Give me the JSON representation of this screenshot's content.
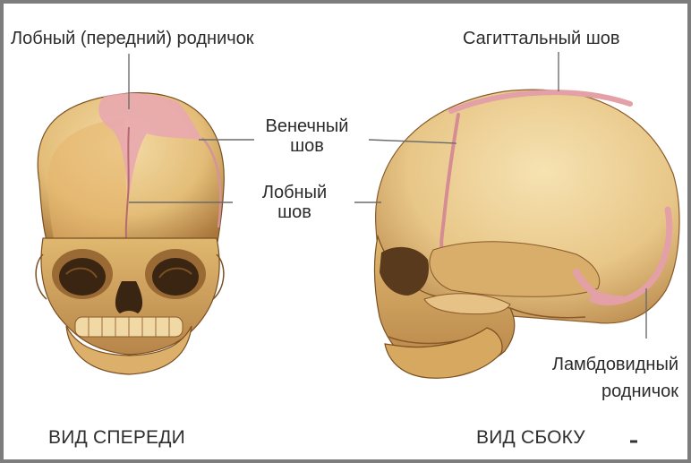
{
  "labels": {
    "frontal_fontanel": "Лобный (передний) родничок",
    "sagittal_suture": "Сагиттальный шов",
    "coronal_suture_line1": "Венечный",
    "coronal_suture_line2": "шов",
    "frontal_suture_line1": "Лобный",
    "frontal_suture_line2": "шов",
    "lambdoid_fontanel_line1": "Ламбдовидный",
    "lambdoid_fontanel_line2": "родничок"
  },
  "views": {
    "front": "ВИД СПЕРЕДИ",
    "side": "ВИД СБОКУ"
  },
  "colors": {
    "bone": "#e9c98a",
    "bone_shade": "#c99a55",
    "bone_dark": "#8a5a2a",
    "fontanel": "#e8a7ad",
    "suture": "#d58c93",
    "line": "#6b6b6b",
    "cavity": "#3a2512"
  }
}
